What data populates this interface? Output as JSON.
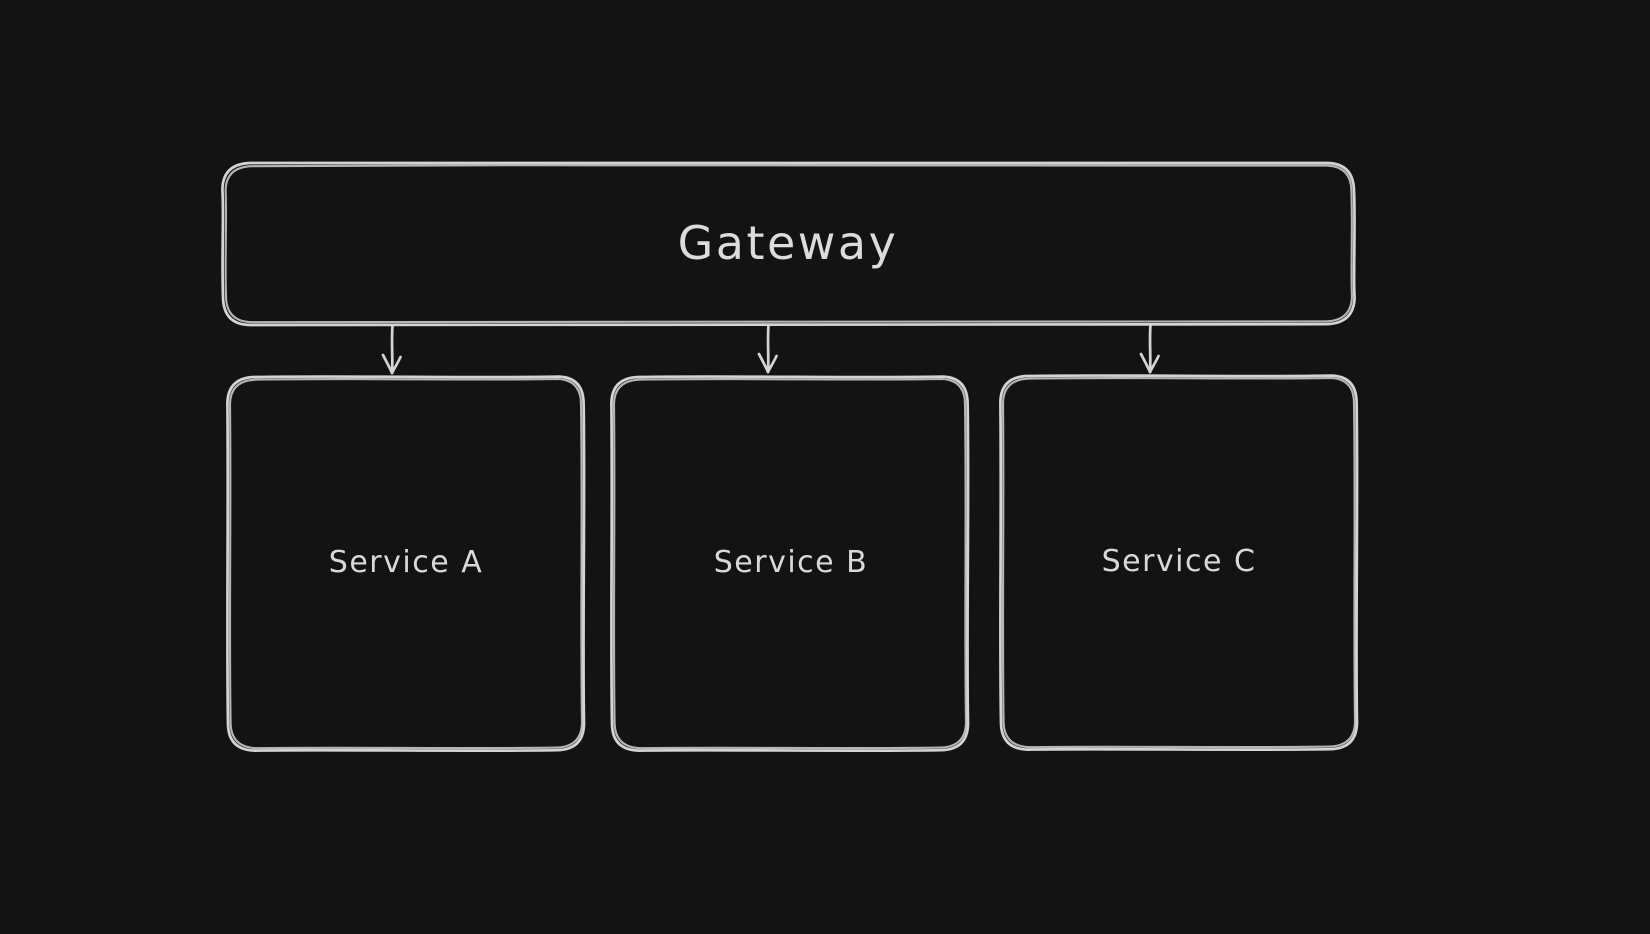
{
  "diagram": {
    "background_color": "#131313",
    "stroke_color": "#d4d4d4",
    "text_color": "#d9d9d9",
    "nodes": [
      {
        "id": "gateway",
        "label": "Gateway"
      },
      {
        "id": "service-a",
        "label": "Service A"
      },
      {
        "id": "service-b",
        "label": "Service B"
      },
      {
        "id": "service-c",
        "label": "Service C"
      }
    ],
    "edges": [
      {
        "from": "Gateway",
        "to": "Service A"
      },
      {
        "from": "Gateway",
        "to": "Service B"
      },
      {
        "from": "Gateway",
        "to": "Service C"
      }
    ]
  }
}
